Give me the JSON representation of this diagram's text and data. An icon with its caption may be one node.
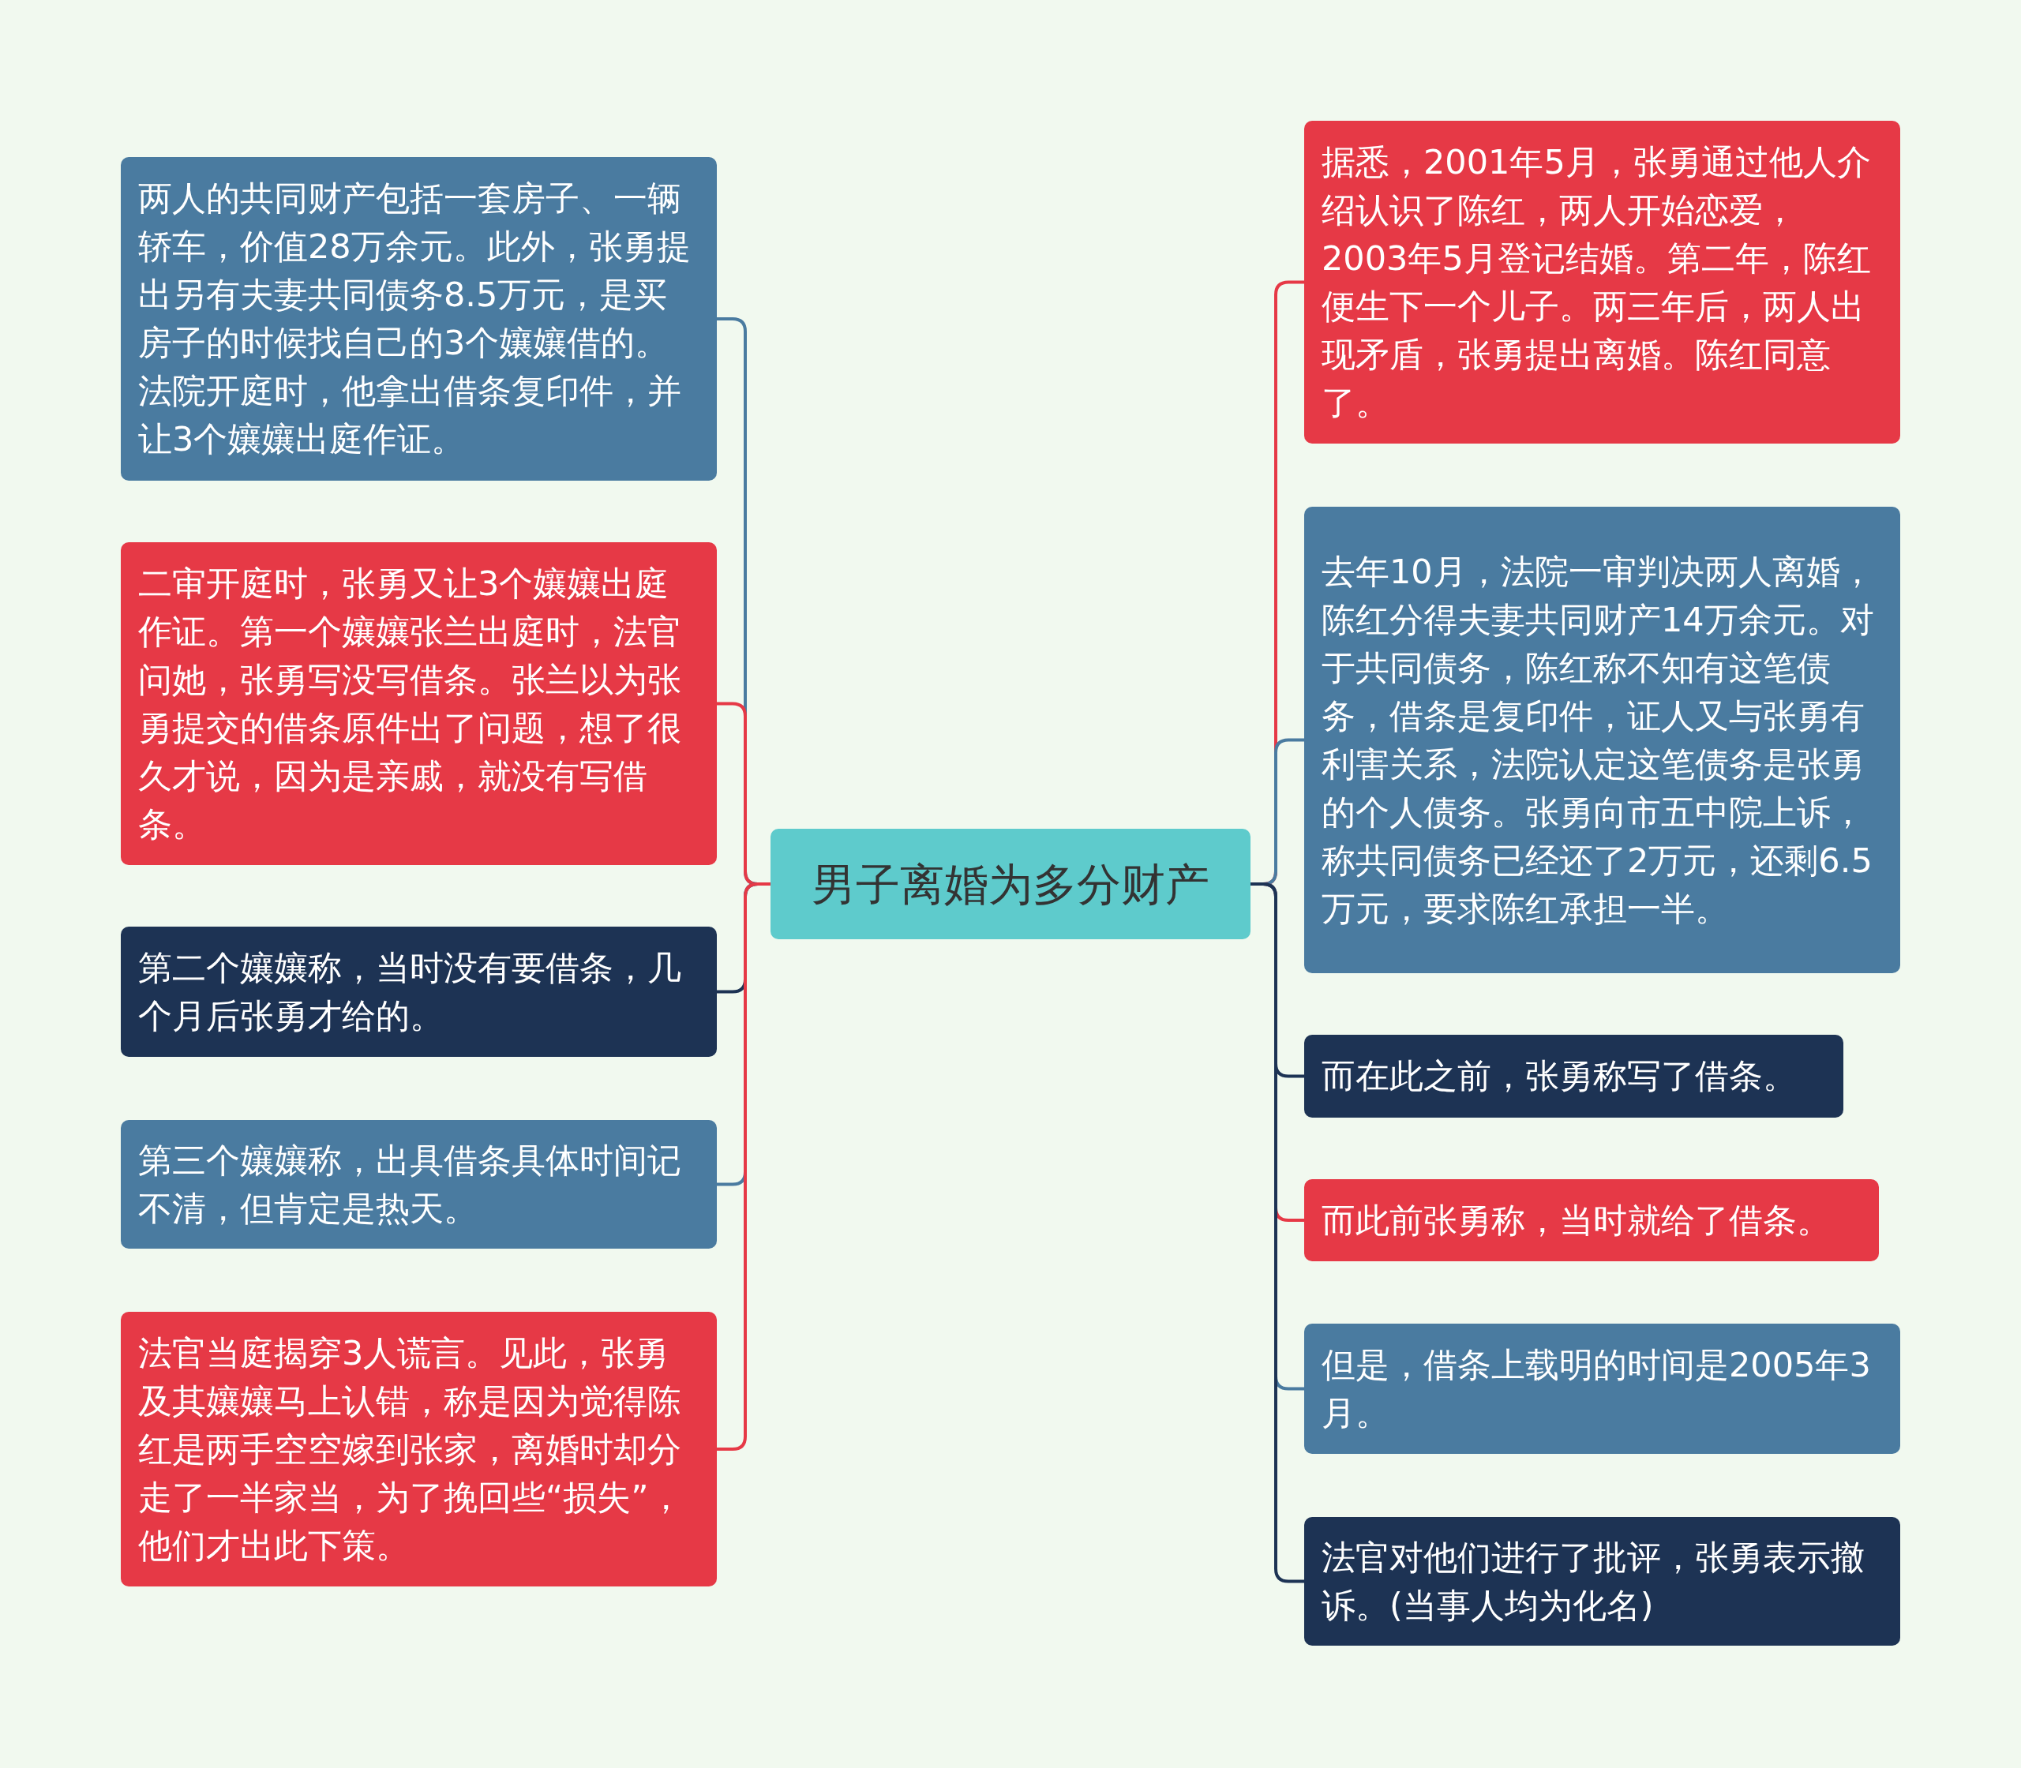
{
  "diagram": {
    "nodes": [
      {
        "text": [
          "男子离婚为多分财产"
        ]
      },
      {
        "text": [
          "两人的共同财产包括一套房子、一辆轿车，价值28万余元。此外，张勇提出另有夫妻共同债务8.5万元，是买房子的时候找自己的3个孃孃借的。法院开庭时，他拿出借条复印件，并让3个孃孃出庭作证。"
        ]
      },
      {
        "text": [
          "二审开庭时，张勇又让3个孃孃出庭作证。第一个孃孃张兰出庭时，法官问她，张勇写没写借条。张兰以为张勇提交的借条原件出了问题，想了很久才说，因为是亲戚，就没有写借条。"
        ]
      },
      {
        "text": [
          "第二个孃孃称，当时没有要借条，几个月后张勇才给的。"
        ]
      },
      {
        "text": [
          "第三个孃孃称，出具借条具体时间记不清，但肯定是热天。"
        ]
      },
      {
        "text": [
          "法官当庭揭穿3人谎言。见此，张勇及其孃孃马上认错，称是因为觉得陈红是两手空空嫁到张家，离婚时却分走了一半家当，为了挽回些“损失”，他们才出此下策。"
        ]
      },
      {
        "text": [
          "据悉，2001年5月，张勇通过他人介绍认识了陈红，两人开始恋爱，2003年5月登记结婚。第二年，陈红便生下一个儿子。两三年后，两人出现矛盾，张勇提出离婚。陈红同意了。"
        ]
      },
      {
        "text": [
          "去年10月，法院一审判决两人离婚，陈红分得夫妻共同财产14万余元。对于共同债务，陈红称不知有这笔债务，借条是复印件，证人又与张勇有利害关系，法院认定这笔债务是张勇的个人债务。张勇向市五中院上诉，称共同债务已经还了2万元，还剩6.5万元，要求陈红承担一半。"
        ]
      },
      {
        "text": [
          "而在此之前，张勇称写了借条。"
        ]
      },
      {
        "text": [
          "而此前张勇称，当时就给了借条。"
        ]
      },
      {
        "text": [
          "但是，借条上载明的时间是2005年3月。"
        ]
      },
      {
        "text": [
          "法官对他们进行了批评，张勇表示撤诉。(当事人均为化名)"
        ]
      }
    ],
    "edges": [
      {
        "from": 0,
        "to": 1,
        "arrow": "none",
        "color": "#4a7ba0"
      },
      {
        "from": 0,
        "to": 2,
        "arrow": "none",
        "color": "#e63946"
      },
      {
        "from": 0,
        "to": 3,
        "arrow": "none",
        "color": "#1d3354"
      },
      {
        "from": 0,
        "to": 4,
        "arrow": "none",
        "color": "#4a7ba0"
      },
      {
        "from": 0,
        "to": 5,
        "arrow": "none",
        "color": "#e63946"
      },
      {
        "from": 0,
        "to": 6,
        "arrow": "none",
        "color": "#e63946"
      },
      {
        "from": 0,
        "to": 7,
        "arrow": "none",
        "color": "#4a7ba0"
      },
      {
        "from": 0,
        "to": 8,
        "arrow": "none",
        "color": "#1d3354"
      },
      {
        "from": 0,
        "to": 9,
        "arrow": "none",
        "color": "#e63946"
      },
      {
        "from": 0,
        "to": 10,
        "arrow": "none",
        "color": "#4a7ba0"
      },
      {
        "from": 0,
        "to": 11,
        "arrow": "none",
        "color": "#1d3354"
      }
    ]
  }
}
